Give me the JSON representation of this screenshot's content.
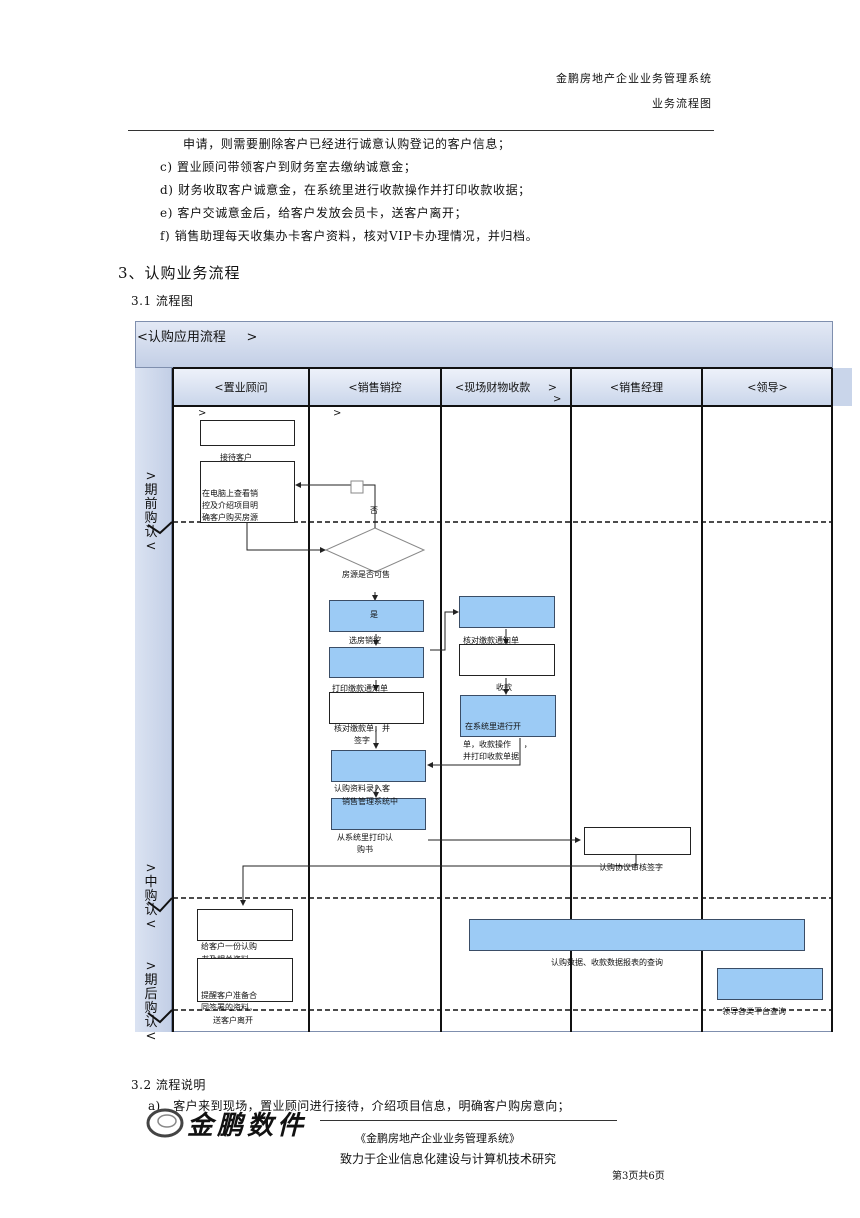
{
  "header": {
    "company_system": "金鹏房地产企业业务管理系统",
    "doc_title": "业务流程图"
  },
  "intro_lines": [
    "申请，则需要删除客户已经进行诚意认购登记的客户信息；",
    "c) 置业顾问带领客户到财务室去缴纳诚意金；",
    "d) 财务收取客户诚意金，在系统里进行收款操作并打印收款收据；",
    "e) 客户交诚意金后，给客户发放会员卡，送客户离开；",
    "f) 销售助理每天收集办卡客户资料，核对VIP卡办理情况，并归档。"
  ],
  "section_title": "3、认购业务流程",
  "subsection_1": "3.1 流程图",
  "flow": {
    "title": "<认购应用流程     >",
    "lanes": [
      "<置业顾问",
      "<销售销控",
      "<现场财物收款     >",
      "<销售经理",
      "<领导>"
    ],
    "lane3_extra": ">",
    "lane_markers": [
      ">",
      ">"
    ],
    "stages": {
      "pre": ">\n期\n前\n购\n认\n<",
      "mid": ">\n中\n购\n认\n<",
      "post": ">\n期\n后\n购\n认\n<"
    },
    "labels": {
      "receive_customer": "接待客户",
      "view_on_computer": "在电脑上查看销\n控及介绍项目明\n确客户购买房源",
      "no": "否",
      "house_available": "房源是否可售",
      "yes": "是",
      "choose_control": "选房销控",
      "print_payment_notice": "打印缴款通知单",
      "check_payment_sign": "核对缴款单，并\n签字",
      "check_notice": "核对缴款通知单",
      "collect_money": "收款",
      "system_receipt_box": "在系统里进行开",
      "system_receipt_text": "单，收款操作     ，\n并打印收款单据",
      "enter_info": "认购资料录入客",
      "sales_system": "销售管理系统中",
      "print_from_system": "从系统里打印认\n购书",
      "review_sign": "认购协议审核签字",
      "give_book": "给客户一份认购\n书及相关资料",
      "query_reports": "认购数据、收款数据报表的查询",
      "remind_contract": "提醒客户准备合\n同签署的资料，",
      "send_off": "送客户离开",
      "leader_query": "领导各类平台查询"
    }
  },
  "subsection_2": "3.2 流程说明",
  "desc_a": "a)   客户来到现场，置业顾问进行接待，介绍项目信息，明确客户购房意向；",
  "footer": {
    "logo_text": "金鹏数件",
    "system_name": "《金鹏房地产企业业务管理系统》",
    "slogan": "致力于企业信息化建设与计算机技术研究",
    "page": "第3页共6页"
  },
  "colors": {
    "lane_blue": "#9ccbf5",
    "frame_blue": "#c9d5ea"
  }
}
